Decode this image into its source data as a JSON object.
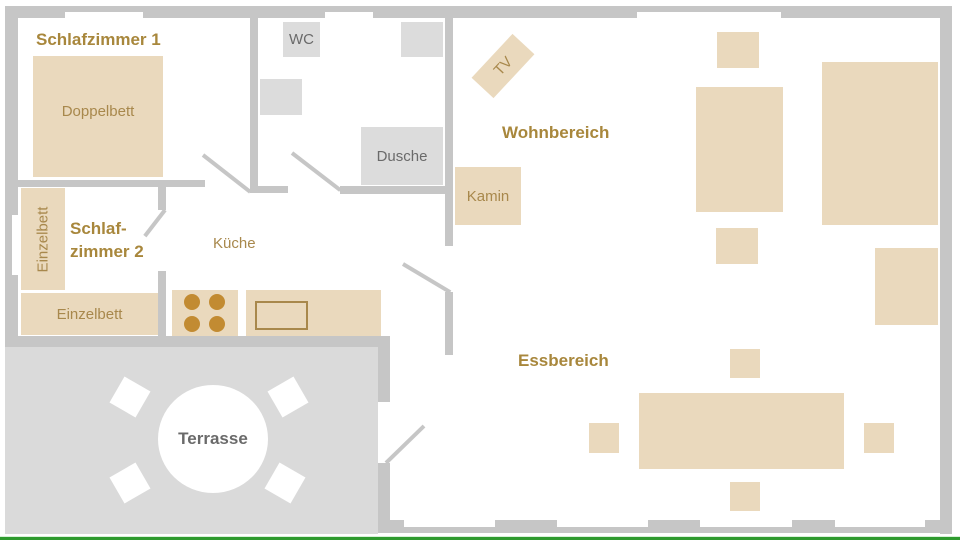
{
  "colors": {
    "wall": "#c6c6c6",
    "furniture": "#ead9bd",
    "label": "#a8873c",
    "fixture": "#dcdcdc",
    "terrace": "#dadada",
    "burner": "#c28b32"
  },
  "rooms": {
    "schlafzimmer1": {
      "label": "Schlafzimmer 1"
    },
    "schlafzimmer2": {
      "label_line1": "Schlaf-",
      "label_line2": "zimmer 2"
    },
    "kueche": {
      "label": "Küche"
    },
    "wohnbereich": {
      "label": "Wohnbereich"
    },
    "essbereich": {
      "label": "Essbereich"
    },
    "terrasse": {
      "label": "Terrasse"
    }
  },
  "furniture": {
    "doppelbett": "Doppelbett",
    "einzelbett_vertical": "Einzelbett",
    "einzelbett_horizontal": "Einzelbett",
    "tv": "TV",
    "kamin": "Kamin"
  },
  "bathroom": {
    "wc": "WC",
    "dusche": "Dusche"
  }
}
